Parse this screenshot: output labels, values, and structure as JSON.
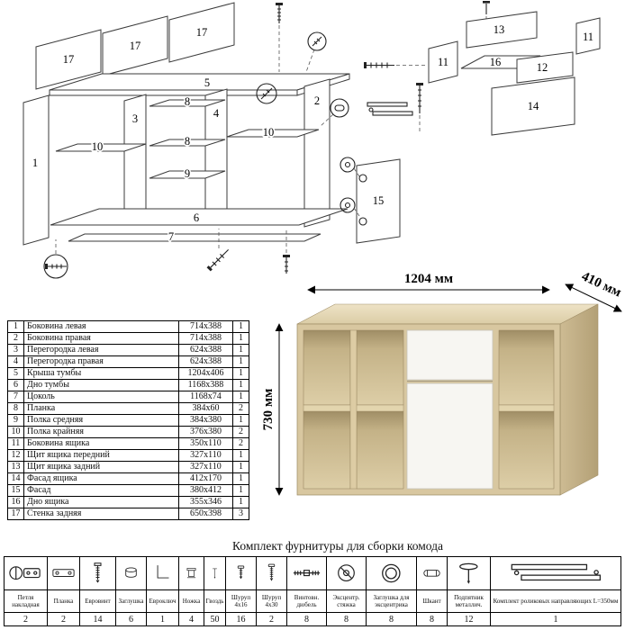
{
  "diagram": {
    "labels": [
      "17",
      "17",
      "17",
      "5",
      "1",
      "2",
      "3",
      "4",
      "8",
      "8",
      "9",
      "10",
      "10",
      "6",
      "7",
      "15",
      "13",
      "11",
      "16",
      "12",
      "11",
      "14"
    ]
  },
  "product": {
    "width": "1204 мм",
    "depth": "410 мм",
    "height": "730 мм",
    "colors": {
      "wood": "#d8c7a0",
      "wood_top": "#eadec0",
      "wood_side": "#c2b085",
      "front": "#f7f6f2"
    }
  },
  "parts": {
    "rows": [
      {
        "num": "1",
        "name": "Боковина левая",
        "size": "714x388",
        "qty": "1"
      },
      {
        "num": "2",
        "name": "Боковина правая",
        "size": "714x388",
        "qty": "1"
      },
      {
        "num": "3",
        "name": "Перегородка левая",
        "size": "624x388",
        "qty": "1"
      },
      {
        "num": "4",
        "name": "Перегородка правая",
        "size": "624x388",
        "qty": "1"
      },
      {
        "num": "5",
        "name": "Крыша тумбы",
        "size": "1204x406",
        "qty": "1"
      },
      {
        "num": "6",
        "name": "Дно тумбы",
        "size": "1168x388",
        "qty": "1"
      },
      {
        "num": "7",
        "name": "Цоколь",
        "size": "1168x74",
        "qty": "1"
      },
      {
        "num": "8",
        "name": "Планка",
        "size": "384x60",
        "qty": "2"
      },
      {
        "num": "9",
        "name": "Полка средняя",
        "size": "384x380",
        "qty": "1"
      },
      {
        "num": "10",
        "name": "Полка крайняя",
        "size": "376x380",
        "qty": "2"
      },
      {
        "num": "11",
        "name": "Боковина ящика",
        "size": "350x110",
        "qty": "2"
      },
      {
        "num": "12",
        "name": "Щит ящика передний",
        "size": "327x110",
        "qty": "1"
      },
      {
        "num": "13",
        "name": "Щит ящика задний",
        "size": "327x110",
        "qty": "1"
      },
      {
        "num": "14",
        "name": "Фасад ящика",
        "size": "412x170",
        "qty": "1"
      },
      {
        "num": "15",
        "name": "Фасад",
        "size": "380x412",
        "qty": "1"
      },
      {
        "num": "16",
        "name": "Дно ящика",
        "size": "355x346",
        "qty": "1"
      },
      {
        "num": "17",
        "name": "Стенка задняя",
        "size": "650x398",
        "qty": "3"
      }
    ]
  },
  "hardware": {
    "title": "Комплект фурнитуры для сборки комода",
    "items": [
      {
        "icon": "hinge-icon",
        "label": "Петля накладная",
        "qty": "2"
      },
      {
        "icon": "mounting-plate-icon",
        "label": "Планка",
        "qty": "2"
      },
      {
        "icon": "euro-screw-icon",
        "label": "Евровинт",
        "qty": "14"
      },
      {
        "icon": "plug-cap-icon",
        "label": "Заглушка",
        "qty": "6"
      },
      {
        "icon": "hex-key-icon",
        "label": "Евроключ",
        "qty": "1"
      },
      {
        "icon": "leg-icon",
        "label": "Ножка",
        "qty": "4"
      },
      {
        "icon": "nail-icon",
        "label": "Гвоздь",
        "qty": "50"
      },
      {
        "icon": "screw-icon",
        "label": "Шуруп 4x16",
        "qty": "16"
      },
      {
        "icon": "screw-icon",
        "label": "Шуруп 4x30",
        "qty": "2"
      },
      {
        "icon": "dowel-screw-icon",
        "label": "Винтовн. дюбель",
        "qty": "8"
      },
      {
        "icon": "cam-lock-icon",
        "label": "Эксцентр. стяжка",
        "qty": "8"
      },
      {
        "icon": "cam-cap-icon",
        "label": "Заглушка для эксцентрика",
        "qty": "8"
      },
      {
        "icon": "wood-dowel-icon",
        "label": "Шкант",
        "qty": "8"
      },
      {
        "icon": "metal-glide-icon",
        "label": "Подпятник металлич.",
        "qty": "12"
      },
      {
        "icon": "roller-guides-icon",
        "label": "Комплект роликовых направляющих L=350мм",
        "qty": "1"
      }
    ]
  }
}
